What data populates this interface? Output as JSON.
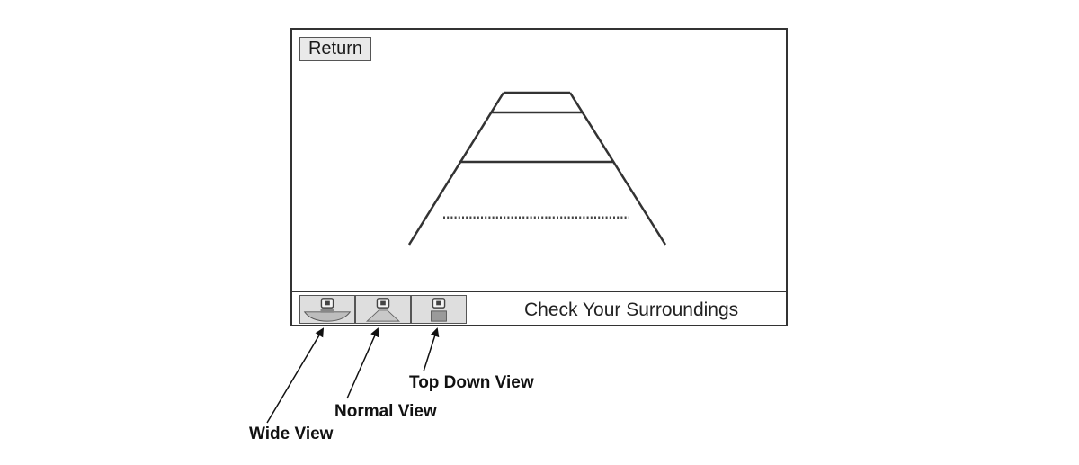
{
  "screen": {
    "return_label": "Return",
    "status_text": "Check Your Surroundings",
    "view_buttons": [
      {
        "icon": "wide-view-icon"
      },
      {
        "icon": "normal-view-icon"
      },
      {
        "icon": "top-down-view-icon"
      }
    ]
  },
  "callouts": {
    "top_down": "Top Down View",
    "normal": "Normal View",
    "wide": "Wide View"
  },
  "colors": {
    "line": "#333333",
    "button_fill": "#dedede"
  }
}
